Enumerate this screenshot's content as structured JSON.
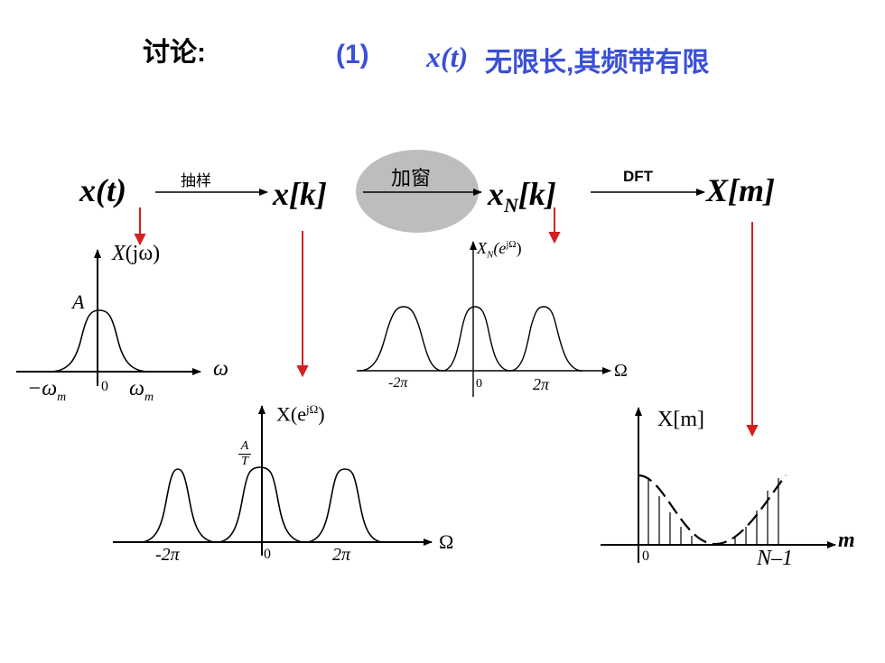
{
  "colors": {
    "title_blue": "#3a50d8",
    "arrow_red": "#d42020",
    "ellipse_gray": "#bdbdbd",
    "ink": "#000000"
  },
  "title": {
    "discussion": "讨论:",
    "item_number": "(1)",
    "signal": "x(t)",
    "statement": "无限长,其频带有限"
  },
  "flow": {
    "nodes": [
      "x(t)",
      "x[k]",
      "x",
      "N",
      "[k]",
      "X[m]"
    ],
    "ops": [
      "抽样",
      "加窗",
      "DFT"
    ]
  },
  "plots": {
    "continuous": {
      "ylabel_pre": "X",
      "ylabel_arg": "(jω)",
      "peak": "A",
      "xaxis": "ω",
      "ticks": [
        "−ω",
        "m",
        "0",
        "ω",
        "m"
      ]
    },
    "sampled": {
      "ylabel_pre": "X(e",
      "ylabel_sup": "jΩ",
      "ylabel_post": ")",
      "peak_num": "A",
      "peak_den": "T",
      "xaxis": "Ω",
      "ticks": [
        "-2π",
        "0",
        "2π"
      ]
    },
    "windowed": {
      "ylabel_pre": "X",
      "ylabel_sub": "N",
      "ylabel_mid": "(e",
      "ylabel_sup": "jΩ",
      "ylabel_post": ")",
      "xaxis": "Ω",
      "ticks": [
        "-2π",
        "0",
        "2π"
      ]
    },
    "dft": {
      "ylabel": "X[m]",
      "xaxis": "m",
      "ticks": [
        "0",
        "N–1"
      ]
    }
  }
}
